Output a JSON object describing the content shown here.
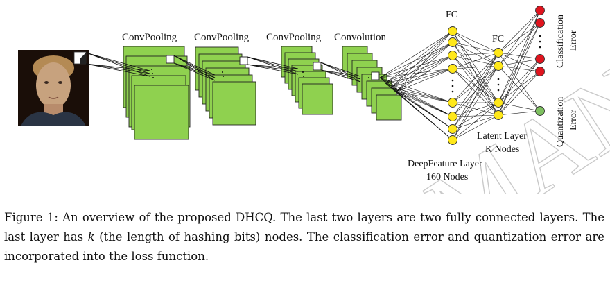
{
  "figure": {
    "labels": {
      "conv1": "ConvPooling",
      "conv2": "ConvPooling",
      "conv3": "ConvPooling",
      "conv4": "Convolution",
      "fc1": "FC",
      "fc2": "FC",
      "classification_error_line1": "Classification",
      "classification_error_line2": "Error",
      "quantization_error_line1": "Quantization",
      "quantization_error_line2": "Error",
      "latent_layer_line1": "Latent Layer",
      "latent_layer_line2": "K Nodes",
      "deepfeature_layer_line1": "DeepFeature Layer",
      "deepfeature_layer_line2": "160 Nodes"
    },
    "colors": {
      "feature_map": "#8fd14f",
      "fc_node": "#ffe81a",
      "classification_node": "#e0141e",
      "quantization_node": "#7ec060"
    },
    "input_image": "face-photo"
  },
  "caption": {
    "part1": "Figure 1: An overview of the proposed DHCQ. The last two layers are two fully connected layers. The last layer has ",
    "math_k": "k",
    "part2": " (the length of hashing bits) nodes. The classification error and quantization error are incorporated into the loss function."
  },
  "watermark": "MANUSCRIPT"
}
